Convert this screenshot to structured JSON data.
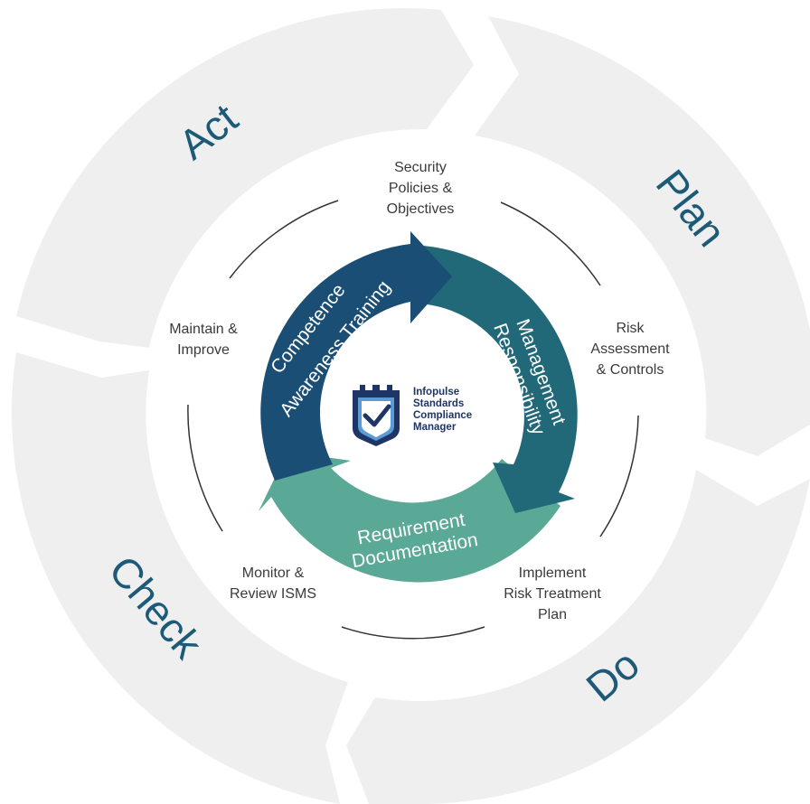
{
  "phases": {
    "act": "Act",
    "plan": "Plan",
    "do": "Do",
    "check": "Check"
  },
  "steps": {
    "security_policies": [
      "Security",
      "Policies &",
      "Objectives"
    ],
    "risk_assessment": [
      "Risk",
      "Assessment",
      "& Controls"
    ],
    "implement_risk": [
      "Implement",
      "Risk Treatment",
      "Plan"
    ],
    "monitor_review": [
      "Monitor &",
      "Review ISMS"
    ],
    "maintain_improve": [
      "Maintain &",
      "Improve"
    ]
  },
  "core_arrows": {
    "competence": [
      "Competence",
      "Awareness Training"
    ],
    "management": [
      "Management",
      "Responsibility"
    ],
    "requirement": [
      "Requirement",
      "Documentation"
    ]
  },
  "logo": {
    "lines": [
      "Infopulse",
      "Standards",
      "Compliance",
      "Manager"
    ]
  },
  "colors": {
    "outer_ring": "#efefef",
    "phase_text": "#1d5a78",
    "arrow_dark": "#1a4e74",
    "arrow_mid": "#216879",
    "arrow_light": "#5aa896",
    "step_text": "#3a3a3a",
    "logo_navy": "#1f3566",
    "logo_blue": "#5b9bd5"
  },
  "icons": {
    "logo": "shield-check-icon"
  }
}
